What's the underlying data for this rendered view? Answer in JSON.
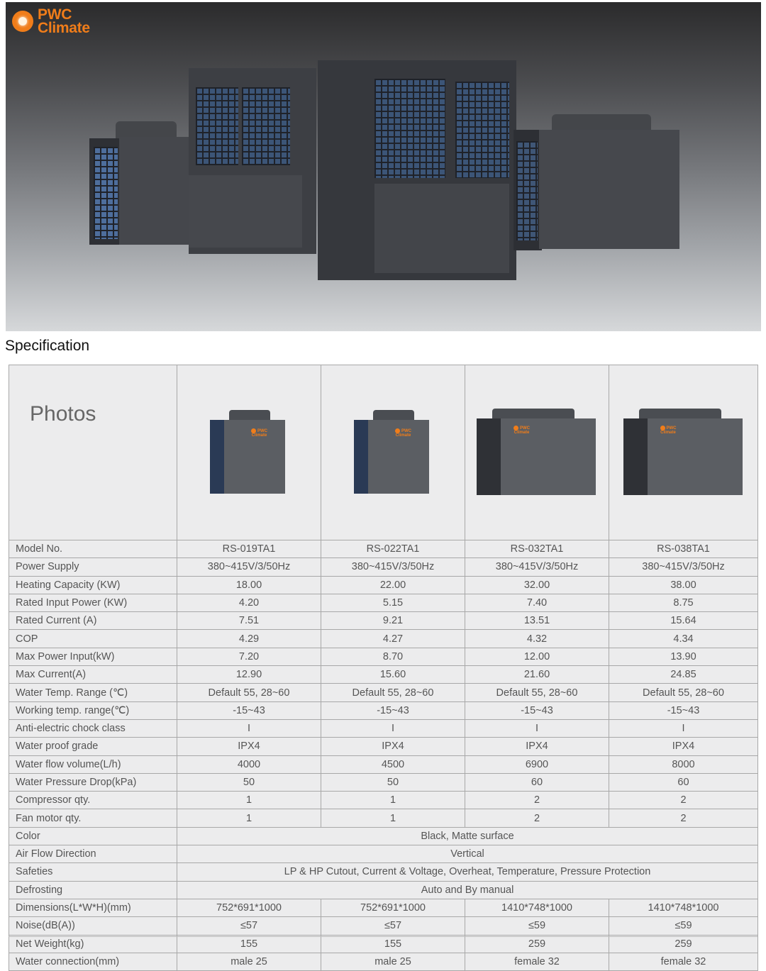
{
  "hero": {
    "brand_line1": "PWC",
    "brand_line2": "Climate",
    "brand_color": "#f07d1a"
  },
  "section_title": "Specification",
  "spec_table": {
    "photos_label": "Photos",
    "models": [
      "RS-019TA1",
      "RS-022TA1",
      "RS-032TA1",
      "RS-038TA1"
    ],
    "rows": [
      {
        "label": "Model No.",
        "values": [
          "RS-019TA1",
          "RS-022TA1",
          "RS-032TA1",
          "RS-038TA1"
        ]
      },
      {
        "label": "Power Supply",
        "values": [
          "380~415V/3/50Hz",
          "380~415V/3/50Hz",
          "380~415V/3/50Hz",
          "380~415V/3/50Hz"
        ]
      },
      {
        "label": "Heating Capacity  (KW)",
        "values": [
          "18.00",
          "22.00",
          "32.00",
          "38.00"
        ]
      },
      {
        "label": "Rated Input Power (KW)",
        "values": [
          "4.20",
          "5.15",
          "7.40",
          "8.75"
        ]
      },
      {
        "label": "Rated Current (A)",
        "values": [
          "7.51",
          "9.21",
          "13.51",
          "15.64"
        ]
      },
      {
        "label": "COP",
        "values": [
          "4.29",
          "4.27",
          "4.32",
          "4.34"
        ]
      },
      {
        "label": "Max Power Input(kW)",
        "values": [
          "7.20",
          "8.70",
          "12.00",
          "13.90"
        ]
      },
      {
        "label": "Max Current(A)",
        "values": [
          "12.90",
          "15.60",
          "21.60",
          "24.85"
        ]
      },
      {
        "label": "Water Temp. Range (℃)",
        "values": [
          "Default 55, 28~60",
          "Default 55, 28~60",
          "Default 55, 28~60",
          "Default 55, 28~60"
        ]
      },
      {
        "label": "Working temp. range(℃)",
        "values": [
          "-15~43",
          "-15~43",
          "-15~43",
          "-15~43"
        ]
      },
      {
        "label": "Anti-electric chock class",
        "values": [
          "I",
          "I",
          "I",
          "I"
        ]
      },
      {
        "label": "Water proof grade",
        "values": [
          "IPX4",
          "IPX4",
          "IPX4",
          "IPX4"
        ]
      },
      {
        "label": "Water flow volume(L/h)",
        "values": [
          "4000",
          "4500",
          "6900",
          "8000"
        ]
      },
      {
        "label": "Water Pressure Drop(kPa)",
        "values": [
          "50",
          "50",
          "60",
          "60"
        ]
      },
      {
        "label": "Compressor qty.",
        "values": [
          "1",
          "1",
          "2",
          "2"
        ]
      },
      {
        "label": "Fan motor qty.",
        "values": [
          "1",
          "1",
          "2",
          "2"
        ]
      }
    ],
    "merged_rows": [
      {
        "label": "Color",
        "value": "Black, Matte surface"
      },
      {
        "label": "Air Flow Direction",
        "value": "Vertical"
      },
      {
        "label": "Safeties",
        "value": "LP & HP Cutout, Current & Voltage, Overheat, Temperature, Pressure Protection"
      },
      {
        "label": "Defrosting",
        "value": "Auto and By manual"
      }
    ],
    "rows_after": [
      {
        "label": "Dimensions(L*W*H)(mm)",
        "values": [
          "752*691*1000",
          "752*691*1000",
          "1410*748*1000",
          "1410*748*1000"
        ]
      },
      {
        "label": "Noise(dB(A))",
        "values": [
          "≤57",
          "≤57",
          "≤59",
          "≤59"
        ]
      },
      {
        "label": "Net Weight(kg)",
        "values": [
          "155",
          "155",
          "259",
          "259"
        ]
      },
      {
        "label": "Water connection(mm)",
        "values": [
          "male 25",
          "male 25",
          "female 32",
          "female 32"
        ]
      }
    ]
  },
  "thumb_brand": "PWC Climate"
}
